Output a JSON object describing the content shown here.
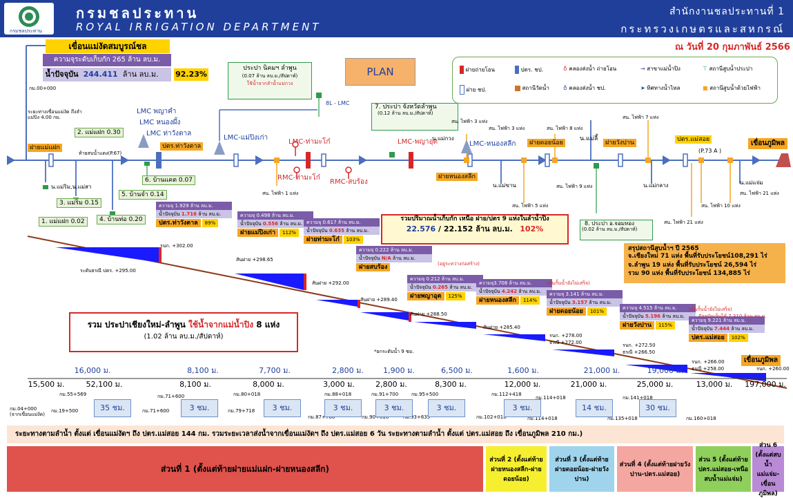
{
  "header": {
    "title_th": "กรมชลประทาน",
    "title_en": "ROYAL IRRIGATION DEPARTMENT",
    "office": "สำนักงานชลประทานที่ 1",
    "ministry": "กระทรวงเกษตรและสหกรณ์",
    "logo_text": "กรมชลประทาน"
  },
  "date": "ณ วันที่ 20 กุมภาพันธ์ 2566",
  "dam": {
    "name": "เขื่อนแม่งัดสมบูรณ์ชล",
    "capacity": "ความจุระดับเก็บกัก 265 ล้าน ลบ.ม.",
    "current_label": "น้ำปัจจุบัน",
    "current_value": "244.411",
    "current_unit": "ล้าน ลบ.ม.",
    "percent": "92.23%"
  },
  "plan_label": "PLAN",
  "prapa_lamphun": {
    "line1": "ประปา นิคมฯ ลำพูน",
    "line2": "(0.07 ล้าน ลบ.ม./สัปดาห์)",
    "line3": "ใช้น้ำจากลำน้ำแม่กวง"
  },
  "legend": {
    "items": [
      "ฝายถ่ายโอน",
      "ปตร. ชป.",
      "คลองส่งน้ำ ถ่ายโอน",
      "สาขาแม่น้ำปิง",
      "สถานีสูบน้ำประปา",
      "ฝาย ชป.",
      "สถานีวัดน้ำ",
      "คลองส่งน้ำ ชป.",
      "ทิศทางน้ำไหล",
      "สถานีสูบน้ำด้วยไฟฟ้า"
    ]
  },
  "labels": {
    "km0": "กม.00+000",
    "dist_note": "ระยะทางเขื่อนแม่งัด ถึงลำแม่ปิง 4.00 กม.",
    "mae_faek_weir": "ฝายแม่แฝก",
    "mae_faek_2": "2. แม่แฝก 0.30",
    "tai_sob": "ท้ายสบน้ำแตง(P.67)",
    "lmc_phaya": "LMC พญาคำ",
    "lmc_nongphueng": "LMC หนองผึ้ง",
    "lmc_thawang": "LMC ท่าวังตาล",
    "thawang_gate": "ปตร.ท่าวังตาล",
    "lmc_maeping": "LMC-แม่ปิงเก่า",
    "lmc_thamakho": "LMC-ท่ามะโก๋",
    "rmc_thamakho": "RMC-ท่ามะโก๋",
    "rmc_sobrong": "RMC-สบร้อง",
    "lmc_phaya_ud": "LMC-พญาอุต",
    "bl_lmc": "8L - LMC",
    "prapa_lamphun_city": "7. ประปา จังหวัดลำพูน",
    "prapa_lamphun_city_rate": "(0.12 ล้าน ลบ.ม./สัปดาห์)",
    "mae_kuang": "น.แม่กวง",
    "lmc_nongsalik": "LMC-หนองสลีก",
    "power_3a": "สน. ไฟฟ้า 3 แห่ง",
    "power_3b": "สน. ไฟฟ้า 3 แห่ง",
    "power_8": "สน. ไฟฟ้า 8 แห่ง",
    "mae_lee": "น.แม่ลี้",
    "power_7": "สน. ไฟฟ้า 7 แห่ง",
    "dondoi_weir_top": "ฝายดอยน้อย",
    "wangpan_weir_top": "ฝายวังปาน",
    "mae_soi_gate_top": "ปตร.แม่สอย",
    "p73a": "(P.73 A )",
    "bhumibol_top": "เขื่อนภูมิพล",
    "mae_rim_river": "น.แม่ริม,น.แม่สา",
    "mae_rim_3": "3. แม่ริม 0.15",
    "ban_kaet_6": "6. บ้านแคต 0.07",
    "ban_jam_5": "5. บ้านจำ 0.14",
    "mae_faek_1": "1. แม่แฝก 0.02",
    "ban_tho_4": "4. บ้านท่อ 0.20",
    "power_1": "สน. ไฟฟ้า 1 แห่ง",
    "nongsalik_weir": "ฝายหนองสลีก",
    "mae_khan": "น.แม่ขาน",
    "power_5": "สน. ไฟฟ้า 5 แห่ง",
    "power_9": "สน. ไฟฟ้า 9 แห่ง",
    "mae_klang": "น.แม่กลาง",
    "power_10": "สน. ไฟฟ้า 10 แห่ง",
    "mae_chaem": "น.แม่แจ่ม",
    "power_21a": "สน. ไฟฟ้า 21 แห่ง",
    "power_21b": "สน. ไฟฟ้า 21 แห่ง",
    "prapa_jomthong": "8. ประปา อ.จอมทอง",
    "prapa_jomthong_rate": "(0.02 ล้าน ลบ.ม./สัปดาห์)"
  },
  "summary_box": {
    "line1": "รวมปริมาณน้ำเก็บกัก เหนือ ฝาย/ปตร 9 แห่งในลำน้ำปิง",
    "line2_a": "22.576",
    "line2_b": " / 22.152 ล้าน ลบ.ม.",
    "line2_c": "102%"
  },
  "pump_summary": {
    "title": "สรุปสถานีสูบน้ำฯ ปี 2565",
    "line1": "จ.เชียงใหม่ 71 แห่ง พื้นที่รับประโยชน์108,291 ไร่",
    "line2": "จ.ลำพูน 19 แห่ง พื้นที่รับประโยชน์ 26,594 ไร่",
    "line3": "รวม 90 แห่ง พื้นที่รับประโยชน์ 134,885 ไร่"
  },
  "prapa_total": {
    "line1a": "รวม ประปาเชียงใหม่-ลำพูน ",
    "line1b": "ใช้น้ำจากแม่น้ำปิง",
    "line1c": " 8 แห่ง",
    "line2": "(1.02 ล้าน ลบ.ม./สัปดาห์)"
  },
  "weirs": [
    {
      "cap": "ความจุ  1.929 ล้าน ลบ.ม.",
      "cur_label": "น้ำปัจจุบัน",
      "cur": "1.716",
      "unit": "ล้าน ลบ.ม.",
      "name": "ปตร.ท่าวังตาล",
      "pct": "89%"
    },
    {
      "cap": "ความจุ 0.498 ล้าน ลบ.ม.",
      "cur_label": "น้ำปัจจุบัน",
      "cur": "0.556",
      "unit": "ล้าน ลบ.ม.",
      "name": "ฝายแม่ปิงเก่า",
      "pct": "112%"
    },
    {
      "cap": "ความจุ  0.617 ล้าน ลบ.ม.",
      "cur_label": "น้ำปัจจุบัน",
      "cur": "0.635",
      "unit": "ล้าน ลบ.ม.",
      "name": "ฝายท่ามะโก๋",
      "pct": "103%"
    },
    {
      "cap": "ความจุ 0.222 ล้าน ลบ.ม.",
      "cur_label": "น้ำปัจจุบัน",
      "cur": "N/A",
      "unit": "ล้าน ลบ.ม.",
      "name": "ฝายสบร้อง",
      "pct": "",
      "note": "(อยู่ระหว่างก่อสร้าง)"
    },
    {
      "cap": "ความจุ 0.212 ล้าน ลบ.ม.",
      "cur_label": "น้ำปัจจุบัน",
      "cur": "0.265",
      "unit": "ล้าน ลบ.ม.",
      "name": "ฝายพญาอุต",
      "pct": "125%"
    },
    {
      "cap": "ความจุ3.708 ล้าน ลบ.ม.",
      "cur_label": "น้ำปัจจุบัน",
      "cur": "4.242",
      "unit": "ล้าน ลบ.ม.",
      "name": "ฝายหนองสลีก",
      "pct": "114%"
    },
    {
      "cap": "ความจุ 3.141 ล้าน ลบ.ม.",
      "cur_label": "น้ำปัจจุบัน",
      "cur": "3.157",
      "unit": "ล้าน ลบ.ม.",
      "name": "ฝายดอยน้อย",
      "pct": "101%",
      "note": "(คันกั้นน้ำยังไม่เสร็จ)"
    },
    {
      "cap": "ความจุ  4.515 ล้าน ลบ.ม.",
      "cur_label": "น้ำปัจจุบัน",
      "cur": "5.196",
      "unit": "ล้าน ลบ.ม.",
      "name": "ฝายวังปาน",
      "pct": "115%"
    },
    {
      "cap": "ความจุ  9.221 ล้าน ลบ.ม.",
      "cur_label": "น้ำปัจจุบัน",
      "cur": "7.444",
      "unit": "ล้าน ลบ.ม.",
      "name": "ปตร.แม่สอย",
      "pct": "102%",
      "note": "(คันกั้นน้ำยังไม่เสร็จ)",
      "note2": "ปัจจุบันเก็บได้ 7.310 ล้าน ลบ.ม."
    }
  ],
  "elevations": {
    "e302": "รนก. +302.00",
    "e295": "ระดับธรณี ปตร. +295.00",
    "e298": "สันฝาย +298.65",
    "e292": "สันฝาย +292.00",
    "e289": "สันฝาย +289.40",
    "e288": "สันฝาย +288.50",
    "e285": "สันฝาย +285.40",
    "e278": "รนก. +278.00",
    "e272": "ธรณี +272.00",
    "e2725": "รนก. +272.50",
    "e2665": "ธรณี +266.50",
    "e266": "รนก. +266.00",
    "e258": "ธรณี +258.00",
    "e260": "รนก. +260.00",
    "note9": "*ยกระดับน้ำ 9 ซม.",
    "bhumibol_low": "เขื่อนภูมิพล"
  },
  "distances_top": [
    "16,000 ม.",
    "8,100 ม.",
    "7,700 ม.",
    "2,800 ม.",
    "1,900 ม.",
    "6,500 ม.",
    "1,600 ม.",
    "21,000 ม.",
    "19,000 ม."
  ],
  "distances_bottom": [
    "15,500 ม.",
    "52,100 ม.",
    "8,100 ม.",
    "8,000 ม.",
    "3,000 ม.",
    "2,800 ม.",
    "8,300 ม.",
    "12,000 ม.",
    "21,000 ม.",
    "25,000 ม.",
    "13,000 ม.",
    "197,000 ม."
  ],
  "km_marks": [
    "กม.04+000\n(จากเขื่อนแม่งัด)",
    "กม.19+500",
    "กม.55+569",
    "กม.71+600",
    "กม.71+600",
    "กม.79+718",
    "กม.80+018",
    "กม.87+766",
    "กม.88+018",
    "กม.90+818",
    "กม.91+700",
    "กม.93+635",
    "กม.95+500",
    "กม.102+018",
    "กม.112+418",
    "กม.114+018",
    "กม.114+018",
    "กม.135+018",
    "กม.141+018",
    "กม.160+018"
  ],
  "times": [
    "35 ชม.",
    "3 ชม.",
    "3 ชม.",
    "3 ชม.",
    "3 ชม.",
    "3 ชม.",
    "3 ชม.",
    "14 ชม.",
    "30 ชม."
  ],
  "bottom_note": "ระยะทางตามลำน้ำ ตั้งแต่ เขื่อนแม่งัดฯ ถึง ปตร.แม่สอย 144 กม. รวมระยะเวลาส่งน้ำจากเขื่อนแม่งัดฯ ถึง ปตร.แม่สอย  6 วัน  ระยะทางตามลำน้ำ ตั้งแต่ ปตร.แม่สอย ถึง เขื่อนภูมิพล  210 กม.)",
  "sections": [
    {
      "label": "ส่วนที่ 1 (ตั้งแต่ท้ายฝายแม่แฝก-ฝายหนองสลีก)",
      "color": "#e0524c"
    },
    {
      "label": "ส่วนที่ 2 (ตั้งแต่ท้ายฝายหนองสลีก-ฝายดอยน้อย)",
      "color": "#f6ef2f"
    },
    {
      "label": "ส่วนที่ 3 (ตั้งแต่ท้ายฝายดอยน้อย-ฝายวังปาน)",
      "color": "#9fd4ec"
    },
    {
      "label": "ส่วนที่ 4 (ตั้งแต่ท้ายฝายวังปาน-ปตร.แม่สอย)",
      "color": "#f3a7a0"
    },
    {
      "label": "ส่วน 5 (ตั้งแต่ท้ายปตร.แม่สอย-เหนือสบน้ำแม่แจ่ม)",
      "color": "#8fcf5c"
    },
    {
      "label": "ส่วน 6 (ตั้งแต่สบน้ำแม่แจ่ม-เขื่อนภูมิพล)",
      "color": "#b98ad6"
    }
  ],
  "colors": {
    "header": "#1f3f9b",
    "river": "#4a6fbf",
    "section_note_bg": "#fce5d4"
  }
}
